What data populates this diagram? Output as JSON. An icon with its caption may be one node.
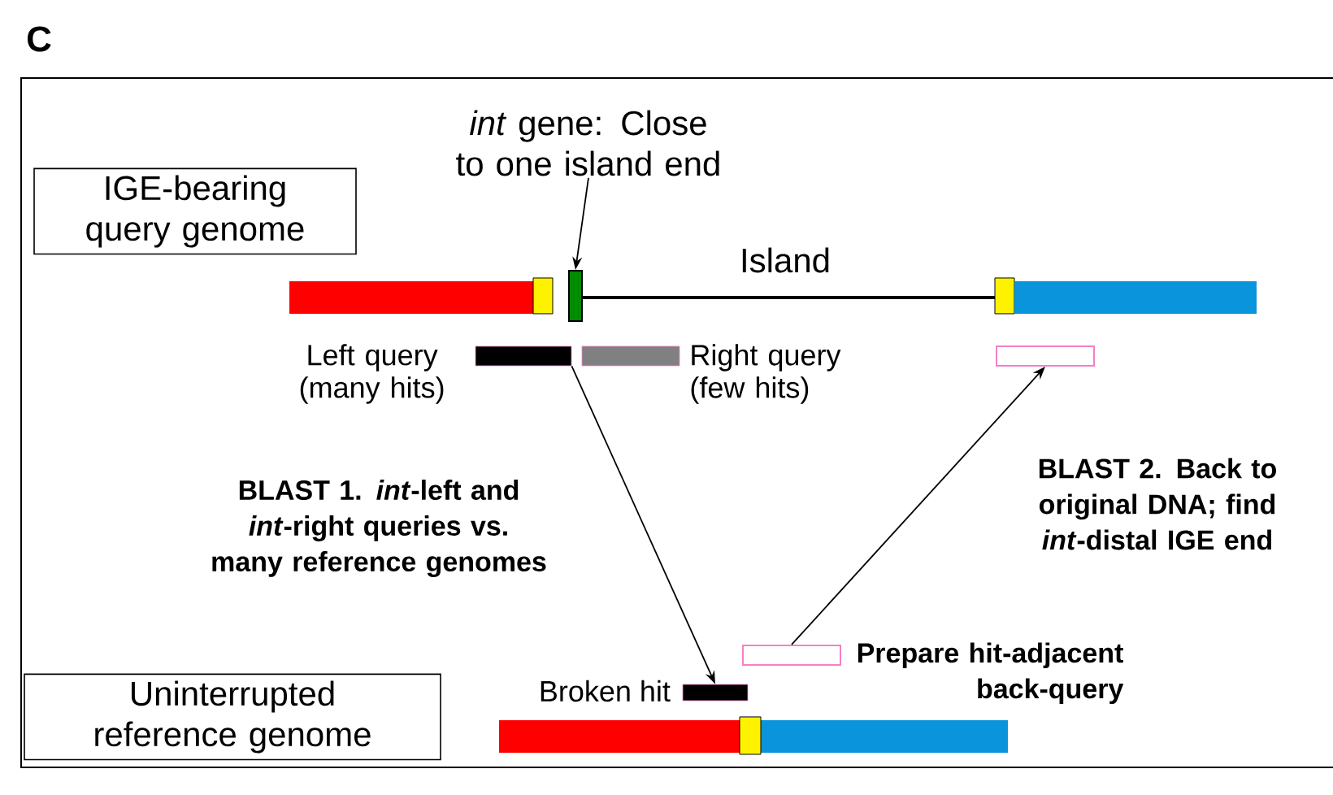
{
  "diagram": {
    "nodes": [
      {
        "text": [
          "IGE-bearing query genome"
        ]
      },
      {
        "text": [
          "*int* gene: Close to one island end"
        ]
      },
      {
        "text": [],
        "shape": "box"
      },
      {
        "text": [],
        "shape": "bar",
        "beside": [
          "Left query (many hits)"
        ]
      },
      {
        "text": [],
        "shape": "bar",
        "beside": [
          "Right query (few hits)"
        ]
      },
      {
        "text": [],
        "shape": "box"
      },
      {
        "text": [],
        "shape": "box",
        "beside": [
          "Prepare hit-adjacent back-query"
        ]
      },
      {
        "text": [],
        "shape": "bar",
        "beside": [
          "Broken hit"
        ]
      },
      {
        "text": [
          "Uninterrupted reference genome"
        ]
      }
    ],
    "edges": [
      {
        "from": 1,
        "to": 2,
        "arrow": "to"
      },
      {
        "from": 3,
        "to": 7,
        "arrow": "to",
        "label": "BLAST 1. *int*-left and *int*-right queries vs. many reference genomes"
      },
      {
        "from": 6,
        "to": 5,
        "arrow": "to",
        "label": "BLAST 2. Back to original DNA; find *int*-distal IGE end"
      }
    ],
    "labels": [
      "C",
      "Island"
    ]
  }
}
